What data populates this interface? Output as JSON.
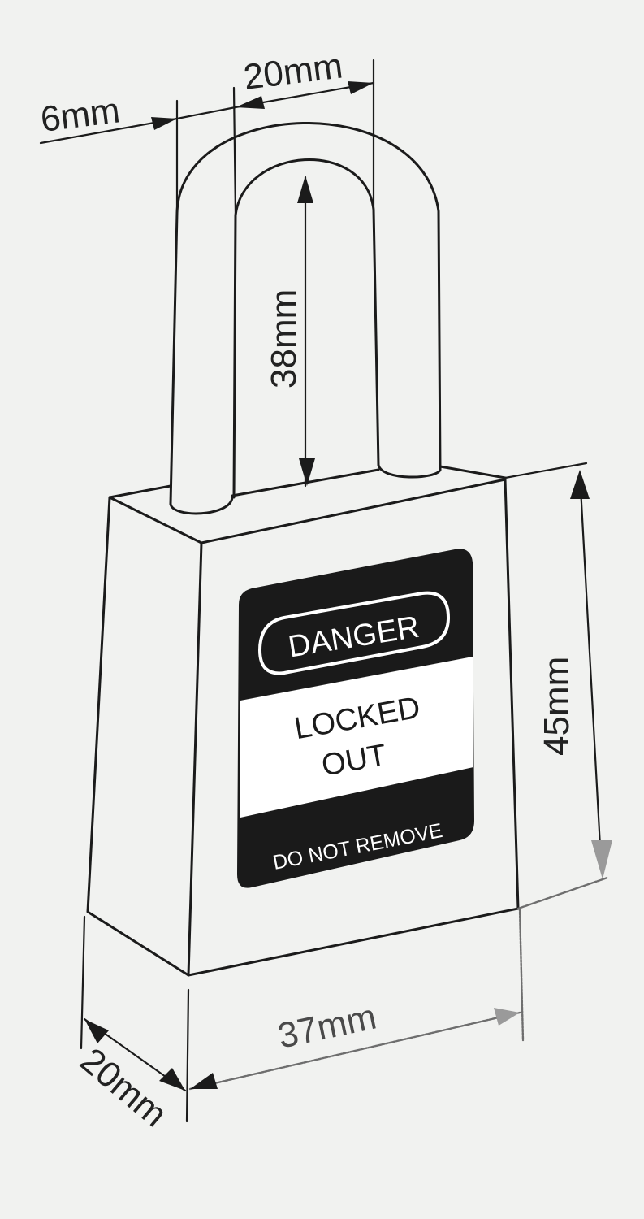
{
  "diagram": {
    "subject": "Safety lockout padlock dimension drawing",
    "dimensions": {
      "shackle_diameter": "6mm",
      "shackle_inner_width": "20mm",
      "shackle_clearance_height": "38mm",
      "body_height": "45mm",
      "body_width": "37mm",
      "body_depth": "20mm"
    },
    "label": {
      "header": "DANGER",
      "body_line_1": "LOCKED",
      "body_line_2": "OUT",
      "footer": "DO NOT REMOVE"
    },
    "colors": {
      "background": "#f1f2f0",
      "line": "#1b1b1b",
      "label_dark": "#1a1a1a",
      "label_light": "#ffffff"
    }
  }
}
